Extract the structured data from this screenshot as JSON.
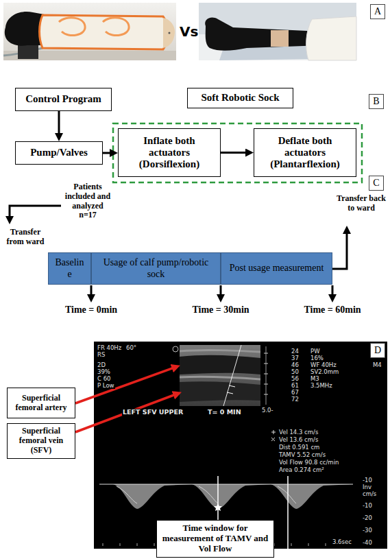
{
  "diagram": {
    "nodes": [
      {
        "text": [
          "A"
        ]
      },
      {
        "text": [
          "Control Program"
        ]
      },
      {
        "text": [
          "Soft Robotic Sock"
        ]
      },
      {
        "text": [
          "B"
        ]
      },
      {
        "text": [
          "Pump/Valves"
        ]
      },
      {
        "text": [
          "Inflate both actuators (Dorsiflexion)"
        ]
      },
      {
        "text": [
          "Deflate both actuators (Plantarflexion)"
        ]
      },
      {
        "text": [
          "C"
        ]
      },
      {
        "text": [
          "Baselin e"
        ]
      },
      {
        "text": [
          "Usage of calf pump/robotic sock"
        ]
      },
      {
        "text": [
          "Post usage measurement"
        ]
      },
      {
        "text": [
          "D"
        ]
      },
      {
        "text": [
          "Superficial femoral artery"
        ]
      },
      {
        "text": [
          "Superficial femoral vein (SFV)"
        ]
      },
      {
        "text": [
          "Time window for measurement of TAMV and Vol Flow"
        ]
      }
    ],
    "edges": [
      {
        "from": 1,
        "to": 4,
        "arrow": "to"
      },
      {
        "from": 4,
        "to": 5,
        "arrow": "to"
      },
      {
        "from": 5,
        "to": 6,
        "arrow": "to"
      }
    ],
    "labels": [
      "Vs",
      "Patients included and analyzed n=17",
      "Transfer from ward",
      "Transfer back to ward",
      "Time = 0min",
      "Time = 30min",
      "Time = 60min",
      "FR 40Hz",
      "60°",
      "RS",
      "2D",
      "39%",
      "C 60",
      "P Low",
      "M4",
      "PW",
      "16%",
      "WF 40Hz",
      "SV2.0mm",
      "M3",
      "3.5MHz",
      "24",
      "37",
      "46",
      "50",
      "56",
      "61",
      "67",
      "72",
      "Vel 14.3 cm/s",
      "Vel 13.6 cm/s",
      "Dist 0.591 cm",
      "TAMV 5.52 cm/s",
      "Vol Flow 90.8 cc/min",
      "Area 0.274 cm²",
      "LEFT SFV UPPER",
      "T= 0 MIN",
      "5.0-",
      "-10",
      "Inv",
      "cm/s",
      "-10",
      "-20",
      "-30",
      "-40",
      "3.6sec"
    ]
  }
}
